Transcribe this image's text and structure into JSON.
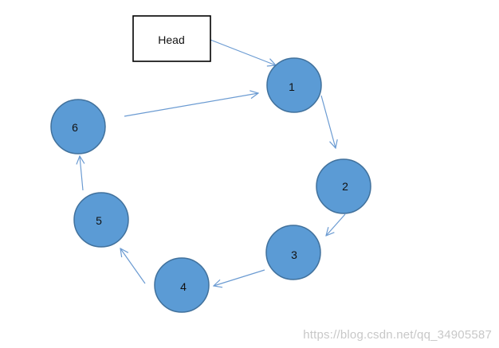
{
  "head": {
    "label": "Head"
  },
  "nodes": [
    {
      "id": "1",
      "label": "1"
    },
    {
      "id": "2",
      "label": "2"
    },
    {
      "id": "3",
      "label": "3"
    },
    {
      "id": "4",
      "label": "4"
    },
    {
      "id": "5",
      "label": "5"
    },
    {
      "id": "6",
      "label": "6"
    }
  ],
  "edges": [
    {
      "from": "Head",
      "to": "1"
    },
    {
      "from": "1",
      "to": "2"
    },
    {
      "from": "2",
      "to": "3"
    },
    {
      "from": "3",
      "to": "4"
    },
    {
      "from": "4",
      "to": "5"
    },
    {
      "from": "5",
      "to": "6"
    },
    {
      "from": "6",
      "to": "1"
    }
  ],
  "watermark": "https://blog.csdn.net/qq_34905587",
  "colors": {
    "node_fill": "#5b9bd5",
    "node_stroke": "#41719c",
    "arrow": "#6b9bd2",
    "head_stroke": "#000000"
  }
}
